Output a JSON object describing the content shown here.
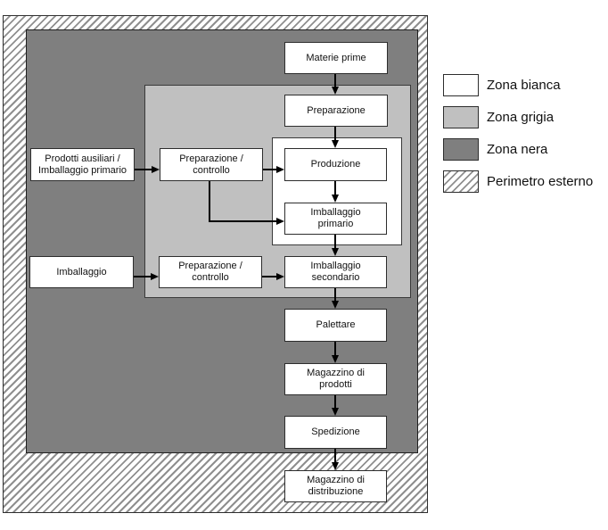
{
  "diagram": {
    "nodes": {
      "materie_prime": {
        "label": "Materie prime"
      },
      "preparazione": {
        "label": "Preparazione"
      },
      "prodotti_ausiliari": {
        "label": "Prodotti ausiliari /\nImballaggio primario"
      },
      "prep_controllo_1": {
        "label": "Preparazione /\ncontrollo"
      },
      "produzione": {
        "label": "Produzione"
      },
      "imballaggio_primario": {
        "label": "Imballaggio\nprimario"
      },
      "imballaggio": {
        "label": "Imballaggio"
      },
      "prep_controllo_2": {
        "label": "Preparazione /\ncontrollo"
      },
      "imballaggio_secondario": {
        "label": "Imballaggio\nsecondario"
      },
      "palettare": {
        "label": "Palettare"
      },
      "magazzino_prodotti": {
        "label": "Magazzino di\nprodotti"
      },
      "spedizione": {
        "label": "Spedizione"
      },
      "magazzino_distribuzione": {
        "label": "Magazzino di\ndistribuzione"
      }
    },
    "zone_colors": {
      "zona_bianca": "#ffffff",
      "zona_grigia": "#c0c0c0",
      "zona_nera": "#7f7f7f",
      "hatch_line": "#8f8f8f",
      "border": "#2d2d2d"
    }
  },
  "legend": {
    "items": [
      {
        "swatch": "zona-bianca",
        "label": "Zona bianca"
      },
      {
        "swatch": "zona-grigia",
        "label": "Zona grigia"
      },
      {
        "swatch": "zona-nera",
        "label": "Zona nera"
      },
      {
        "swatch": "perimetro-esterno",
        "label": "Perimetro esterno"
      }
    ]
  }
}
